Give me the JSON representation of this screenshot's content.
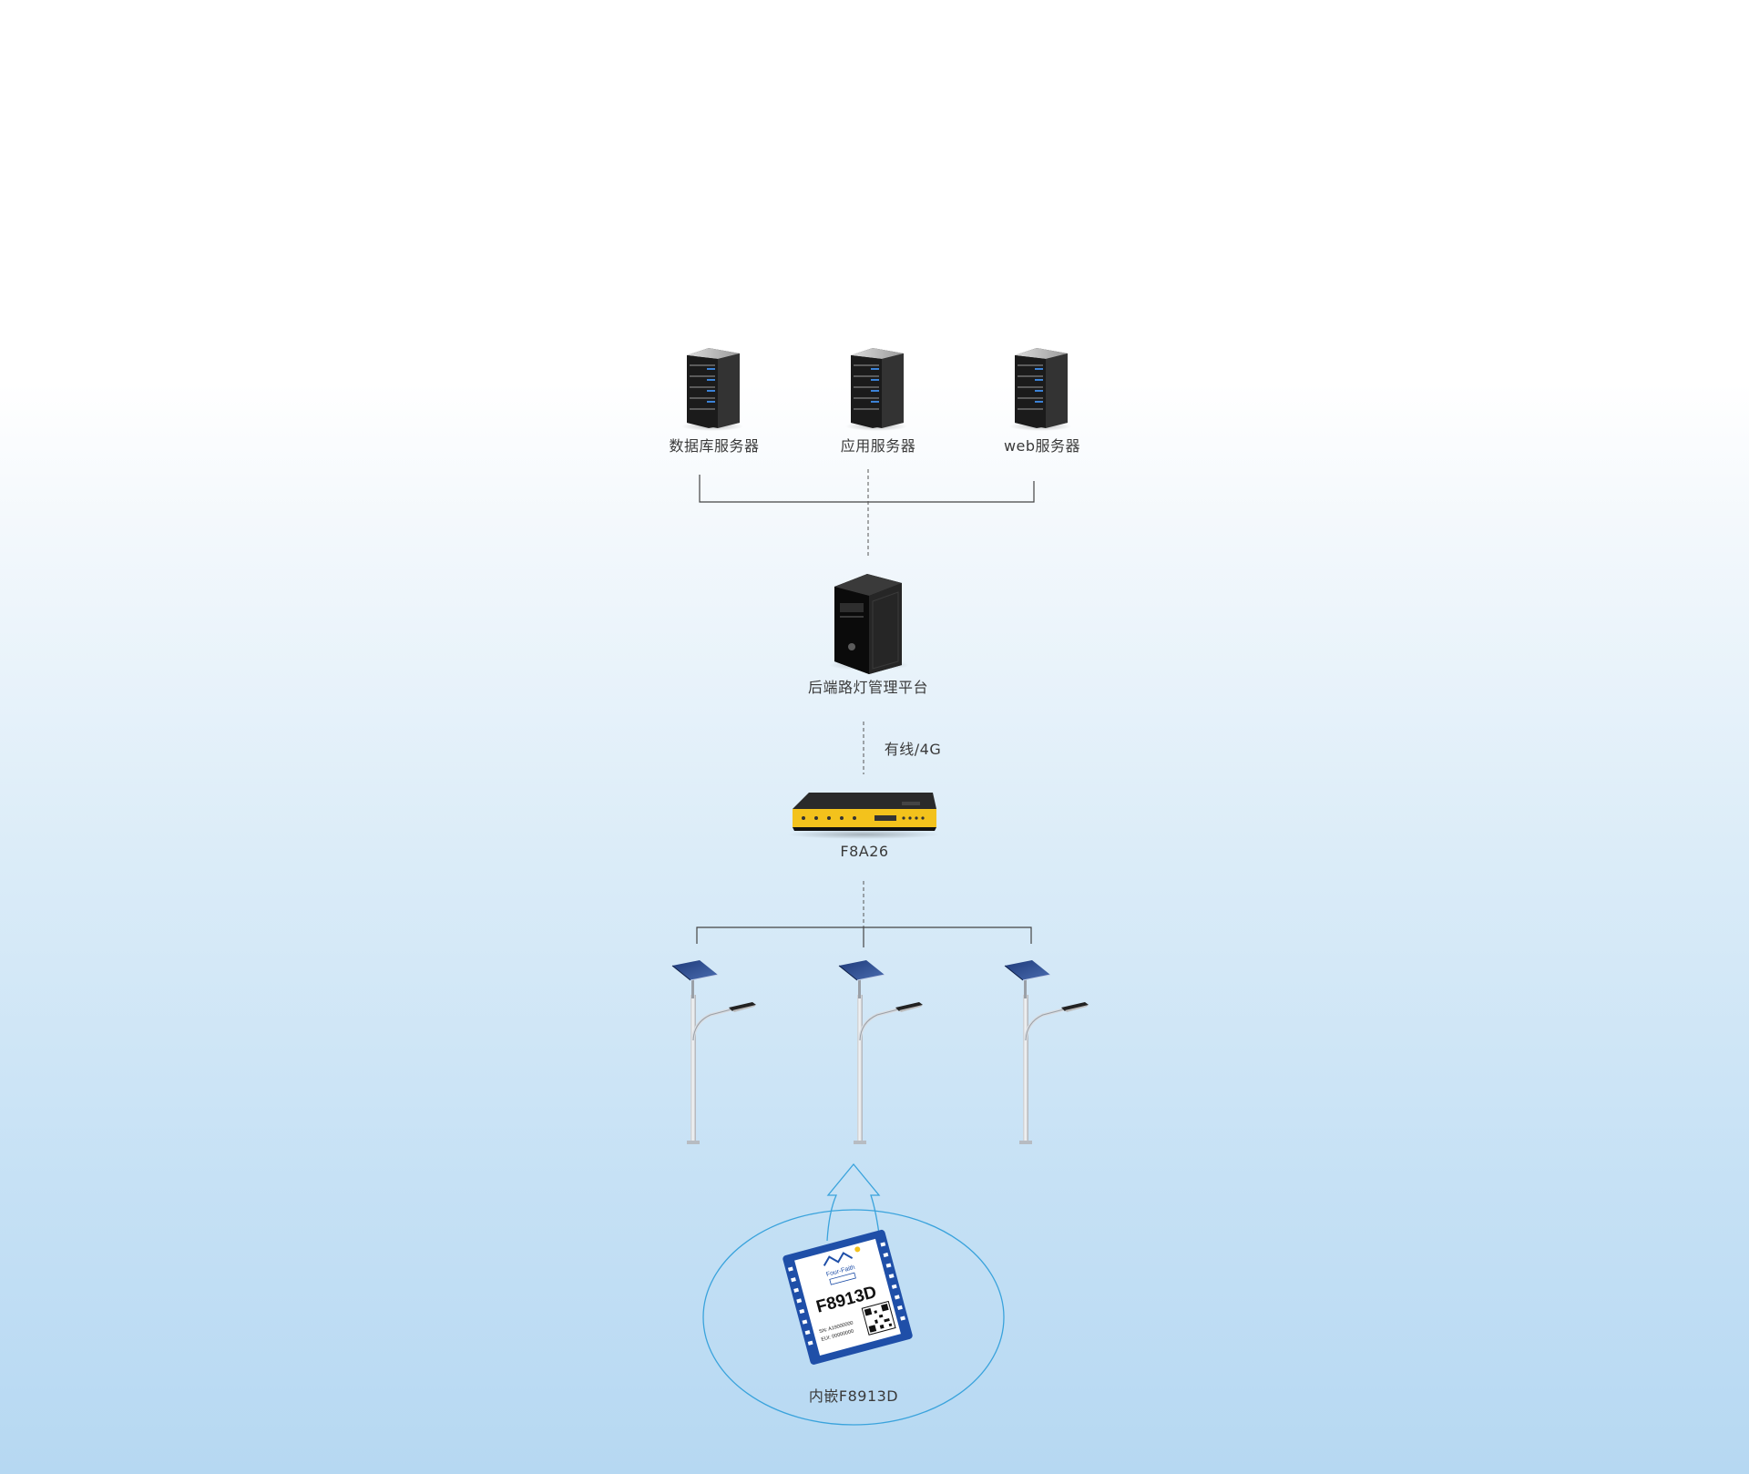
{
  "servers": [
    {
      "label": "数据库服务器"
    },
    {
      "label": "应用服务器"
    },
    {
      "label": "web服务器"
    }
  ],
  "platform": {
    "label": "后端路灯管理平台"
  },
  "link": {
    "label": "有线/4G"
  },
  "router": {
    "label": "F8A26"
  },
  "module": {
    "label": "内嵌F8913D",
    "model_text": "F8913D",
    "brand_text": "Four-Faith",
    "sn_text": "SN: A19000000",
    "eui_text": "EUI: 00000000"
  },
  "colors": {
    "line": "#444444",
    "dash": "#555555",
    "ellipse": "#3aa3dc",
    "router_yellow": "#f3c21c",
    "module_blue": "#1f4fa8"
  }
}
